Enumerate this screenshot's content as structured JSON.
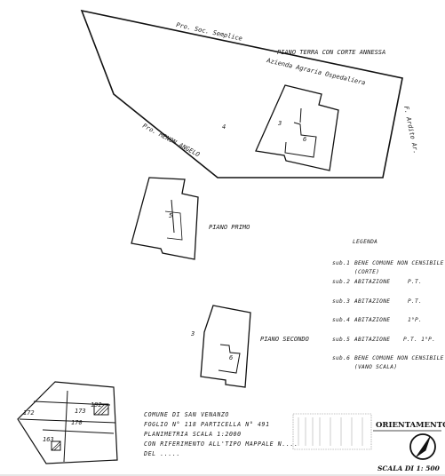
{
  "site_plan": {
    "label_top_left": "Pro. Soc. Semplice",
    "label_top_middle": "PIANO TERRA CON CORTE ANNESSA",
    "label_road": "Azienda Agraria Ospedaliera",
    "label_right": "F. Ardito Ar.",
    "label_left_bottom": "Pro. MENON ANGELO",
    "unit_3": "3",
    "unit_6": "6",
    "unit_4": "4"
  },
  "primo": {
    "title": "PIANO PRIMO",
    "tag": "5"
  },
  "secondo": {
    "title": "PIANO SECONDO",
    "tag": "3",
    "unit": "6"
  },
  "legend": {
    "title": "LEGENDA",
    "items": [
      {
        "code": "sub.1",
        "text": "BENE COMUNE NON CENSIBILE",
        "text2": "(CORTE)"
      },
      {
        "code": "sub.2",
        "text": "ABITAZIONE",
        "floor": "P.T."
      },
      {
        "code": "sub.3",
        "text": "ABITAZIONE",
        "floor": "P.T."
      },
      {
        "code": "sub.4",
        "text": "ABITAZIONE",
        "floor": "1°P."
      },
      {
        "code": "sub.5",
        "text": "ABITAZIONE",
        "floor": "P.T. 1°P."
      },
      {
        "code": "sub.6",
        "text": "BENE COMUNE NON CENSIBILE",
        "text2": "(VANO SCALA)"
      }
    ]
  },
  "map": {
    "p173": "173",
    "p172": "172",
    "p170": "170",
    "p163": "163",
    "p192": "192"
  },
  "caption": {
    "line1": "COMUNE DI SAN VENANZO",
    "line2": "FOGLIO N° 118 PARTICELLA N° 491",
    "line3": "PLANIMETRIA SCALA 1:2000",
    "line4": "CON RIFERIMENTO ALL'TIPO MAPPALE N....",
    "line5": "DEL ....."
  },
  "orientamento": {
    "title": "ORIENTAMENTO",
    "scale": "SCALA DI 1: 500"
  }
}
